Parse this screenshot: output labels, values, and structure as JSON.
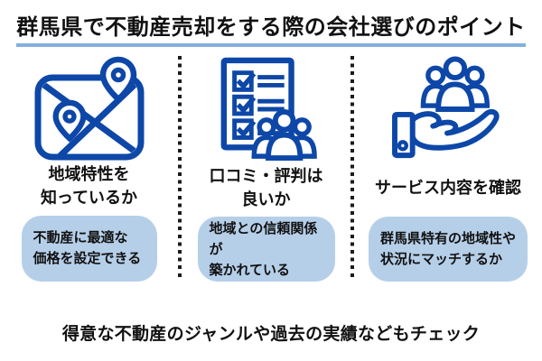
{
  "title": "群馬県で不動産売却をする際の会社選びのポイント",
  "columns": [
    {
      "icon": "map-pins-icon",
      "caption_lines": [
        "地域特性を",
        "知っているか"
      ],
      "box_lines": [
        "不動産に最適な",
        "価格を設定できる"
      ]
    },
    {
      "icon": "checklist-reviews-icon",
      "caption_lines": [
        "口コミ・評判は",
        "良いか"
      ],
      "box_lines": [
        "地域との信頼関係が",
        "築かれている"
      ]
    },
    {
      "icon": "hand-service-icon",
      "caption_lines": [
        "サービス内容を確認"
      ],
      "box_lines": [
        "群馬県特有の地域性や",
        "状況にマッチするか"
      ]
    }
  ],
  "footer": "得意な不動産のジャンルや過去の実績などもチェック",
  "colors": {
    "icon_blue": "#0d47a8",
    "box_blue": "#b6cfe9",
    "underline_blue": "#84afdd",
    "text": "#111111"
  }
}
